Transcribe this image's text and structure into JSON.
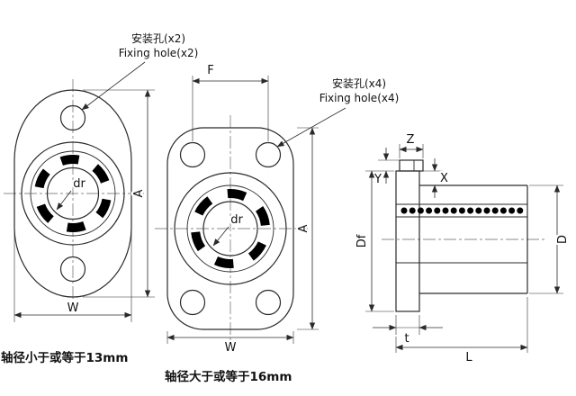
{
  "colors": {
    "line": "#2a2a2a",
    "centerline": "#666666",
    "ball": "#000000",
    "background": "#ffffff"
  },
  "callouts": {
    "fixing2": {
      "cn": "安装孔(x2)",
      "en": "Fixing hole(x2)"
    },
    "fixing4": {
      "cn": "安装孔(x4)",
      "en": "Fixing hole(x4)"
    }
  },
  "dims": {
    "left": {
      "bore": "dr",
      "height": "A",
      "width": "W"
    },
    "middle": {
      "bore": "dr",
      "pitch": "F",
      "height": "A",
      "width": "W"
    },
    "side": {
      "z": "Z",
      "y": "Y",
      "x": "X",
      "flange_dia": "Df",
      "outer_dia": "D",
      "thickness": "t",
      "length": "L"
    }
  },
  "captions": {
    "left": "轴径小于或等于13mm",
    "middle": "轴径大于或等于16mm"
  }
}
